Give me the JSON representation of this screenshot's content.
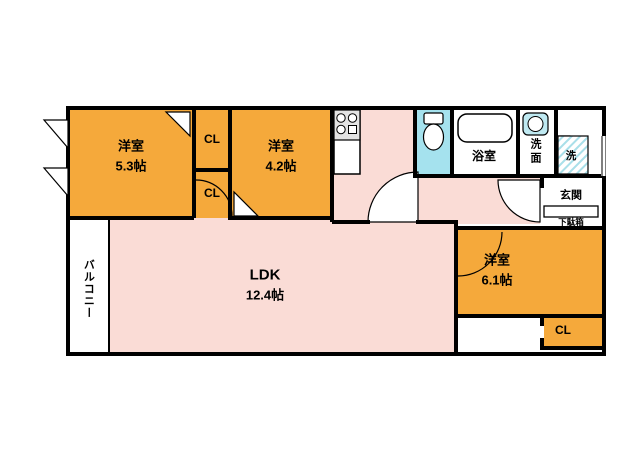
{
  "rooms": {
    "room53": {
      "name": "洋室",
      "size": "5.3帖"
    },
    "room42": {
      "name": "洋室",
      "size": "4.2帖"
    },
    "room61": {
      "name": "洋室",
      "size": "6.1帖"
    },
    "ldk": {
      "name": "LDK",
      "size": "12.4帖"
    },
    "closet_top": {
      "label": "CL"
    },
    "closet_middle": {
      "label": "CL"
    },
    "closet_bottom": {
      "label": "CL"
    },
    "bathroom": {
      "label": "浴室"
    },
    "washroom": {
      "label": "洗面"
    },
    "laundry": {
      "label": "洗"
    },
    "entrance": {
      "label": "玄関"
    },
    "shoe_cabinet": {
      "label": "下駄箱"
    },
    "balcony": {
      "label": "バルコニー"
    }
  },
  "colors": {
    "wall": "#000000",
    "room_orange": "#F5A93B",
    "ldk_pink": "#FADCD6",
    "toilet_cyan": "#A5E2EE",
    "sink_cyan": "#BFE9F1",
    "hatch_cyan": "#A9DFE9",
    "background": "#FFFFFF"
  }
}
